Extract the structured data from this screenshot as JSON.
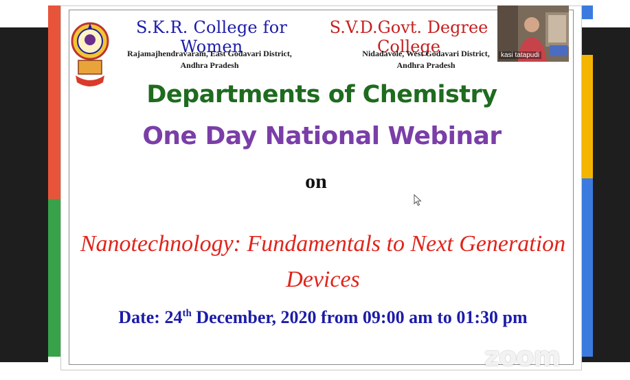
{
  "slide": {
    "college_left": "S.K.R. College for Women",
    "college_right": "S.V.D.Govt. Degree College",
    "address_left_line1": "Rajamajhendravaram, East Godavari District,",
    "address_left_line2": "Andhra Pradesh",
    "address_right_line1": "Nidadavole, West Godavari District,",
    "address_right_line2": "Andhra Pradesh",
    "department": "Departments of Chemistry",
    "event": "One Day National Webinar",
    "on": "on",
    "topic_line1": "Nanotechnology: Fundamentals to Next Generation",
    "topic_line2": "Devices",
    "date_prefix": "Date: 24",
    "date_suffix_sup": "th",
    "date_rest": " December,  2020 from 09:00 am to 01:30 pm"
  },
  "participant": {
    "name": "kasi tatapudi"
  },
  "watermark": "zoom",
  "colors": {
    "left_college": "#1c1ca8",
    "right_college": "#c62020",
    "department": "#1f6b1f",
    "event": "#7a3ea8",
    "topic": "#e0241b",
    "date": "#1c1caa"
  },
  "icons": {
    "logo": "college-emblem-icon",
    "cursor": "mouse-pointer-icon"
  }
}
